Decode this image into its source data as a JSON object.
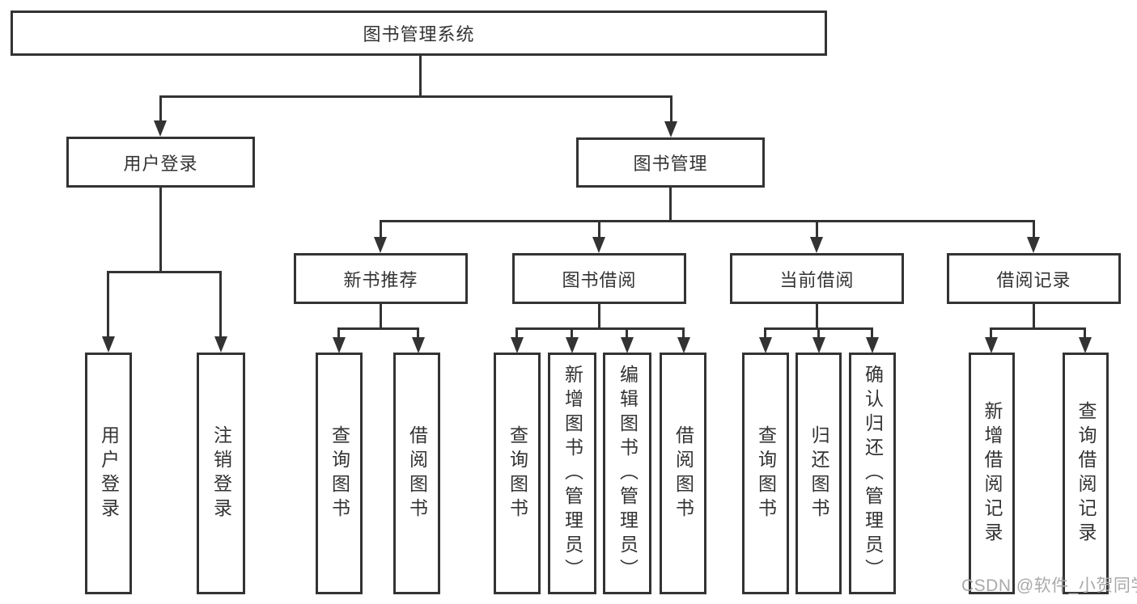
{
  "diagram_title": "图书管理系统",
  "tree": {
    "label": "图书管理系统",
    "children": [
      {
        "label": "用户登录",
        "children": [
          {
            "label": "用户登录"
          },
          {
            "label": "注销登录"
          }
        ]
      },
      {
        "label": "图书管理",
        "children": [
          {
            "label": "新书推荐",
            "children": [
              {
                "label": "查询图书"
              },
              {
                "label": "借阅图书"
              }
            ]
          },
          {
            "label": "图书借阅",
            "children": [
              {
                "label": "查询图书"
              },
              {
                "label": "新增图书（管理员）"
              },
              {
                "label": "编辑图书（管理员）"
              },
              {
                "label": "借阅图书"
              }
            ]
          },
          {
            "label": "当前借阅",
            "children": [
              {
                "label": "查询图书"
              },
              {
                "label": "归还图书"
              },
              {
                "label": "确认归还（管理员）"
              }
            ]
          },
          {
            "label": "借阅记录",
            "children": [
              {
                "label": "新增借阅记录"
              },
              {
                "label": "查询借阅记录"
              }
            ]
          }
        ]
      }
    ]
  },
  "watermark": {
    "text": "CSDN @软件_小贺同学"
  },
  "colors": {
    "line": "#333333",
    "box_background": "#ffffff",
    "text": "#333333",
    "watermark": "#a9a9a9"
  }
}
